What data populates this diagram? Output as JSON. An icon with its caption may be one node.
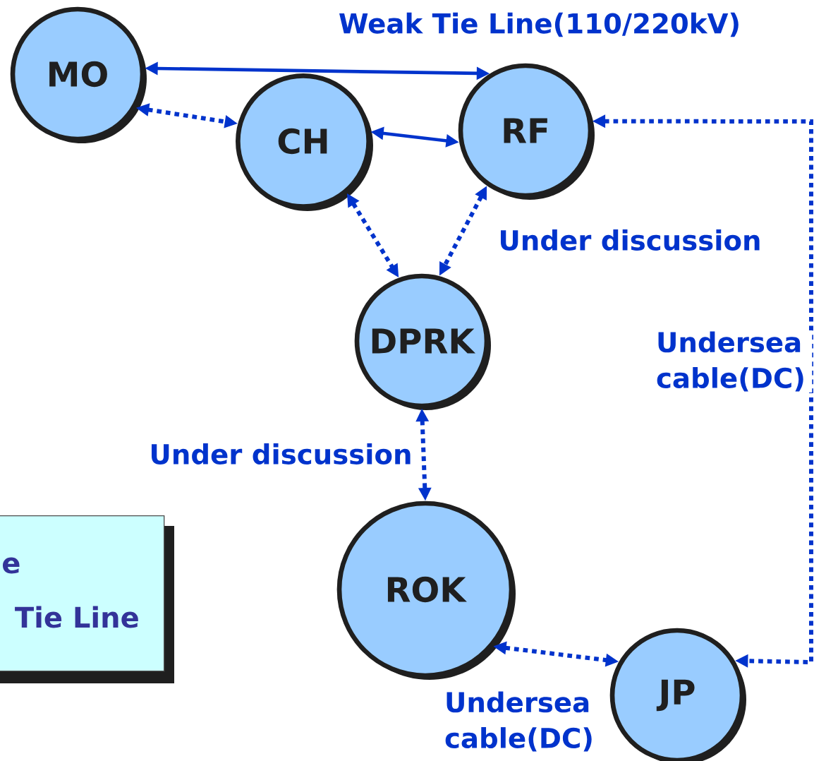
{
  "diagram": {
    "nodes": [
      {
        "text": [
          "MO"
        ]
      },
      {
        "text": [
          "CH"
        ]
      },
      {
        "text": [
          "RF"
        ]
      },
      {
        "text": [
          "DPRK"
        ]
      },
      {
        "text": [
          "ROK"
        ]
      },
      {
        "text": [
          "JP"
        ]
      },
      {
        "text": [
          "e",
          "Tie Line"
        ]
      }
    ],
    "edges": [
      {
        "from": 0,
        "to": 2,
        "arrow": "both",
        "label": "Weak Tie Line(110/220kV)"
      },
      {
        "from": 0,
        "to": 1,
        "arrow": "both",
        "style": "dashed"
      },
      {
        "from": 1,
        "to": 2,
        "arrow": "both"
      },
      {
        "from": 1,
        "to": 3,
        "arrow": "both",
        "style": "dashed"
      },
      {
        "from": 2,
        "to": 3,
        "arrow": "both",
        "style": "dashed",
        "label": "Under discussion"
      },
      {
        "from": 3,
        "to": 4,
        "arrow": "both",
        "style": "dashed",
        "label": "Under discussion"
      },
      {
        "from": 4,
        "to": 5,
        "arrow": "both",
        "style": "dashed",
        "label": "Undersea cable(DC)"
      },
      {
        "from": 2,
        "to": 5,
        "arrow": "both",
        "style": "dashed",
        "label": "Undersea cable(DC)"
      }
    ]
  }
}
